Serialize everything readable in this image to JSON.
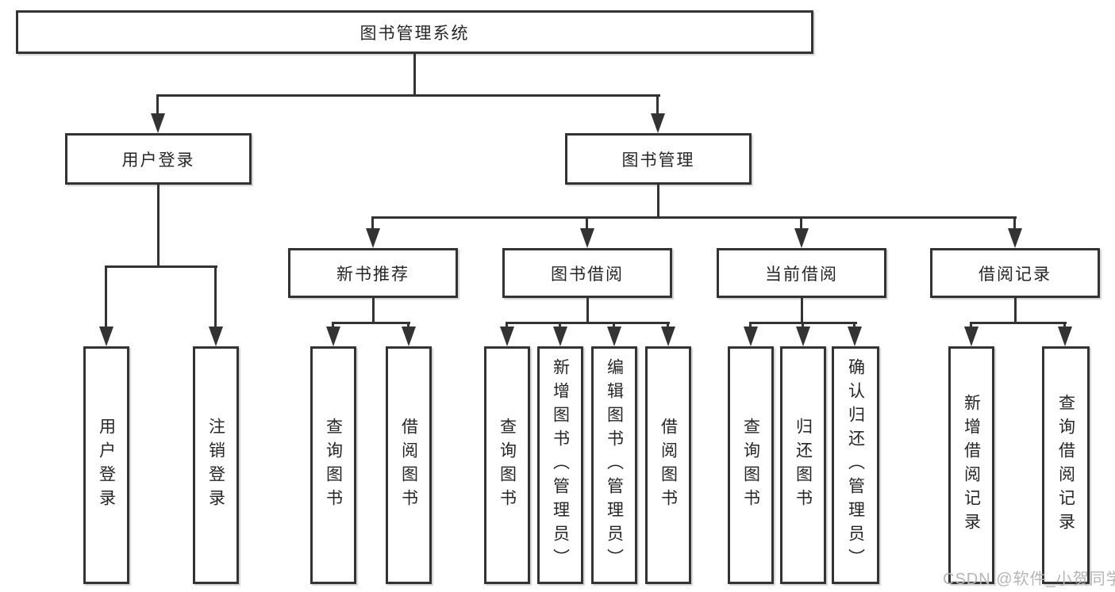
{
  "diagram": {
    "title": "图书管理系统",
    "root": {
      "label": "图书管理系统"
    },
    "level2": [
      {
        "id": "user-login",
        "label": "用户登录"
      },
      {
        "id": "book-management",
        "label": "图书管理"
      }
    ],
    "level3": [
      {
        "id": "new-book-recommend",
        "label": "新书推荐"
      },
      {
        "id": "book-borrowing",
        "label": "图书借阅"
      },
      {
        "id": "current-borrowing",
        "label": "当前借阅"
      },
      {
        "id": "borrowing-records",
        "label": "借阅记录"
      }
    ],
    "leaves": {
      "user_login": [
        {
          "label": "用户登录"
        },
        {
          "label": "注销登录"
        }
      ],
      "new_book": [
        {
          "label": "查询图书"
        },
        {
          "label": "借阅图书"
        }
      ],
      "book_borrow": [
        {
          "label": "查询图书"
        },
        {
          "label": "新增图书（管理员）"
        },
        {
          "label": "编辑图书（管理员）"
        },
        {
          "label": "借阅图书"
        }
      ],
      "current_borrow": [
        {
          "label": "查询图书"
        },
        {
          "label": "归还图书"
        },
        {
          "label": "确认归还（管理员）"
        }
      ],
      "records": [
        {
          "label": "新增借阅记录"
        },
        {
          "label": "查询借阅记录"
        }
      ]
    },
    "colors": {
      "line": "#333333",
      "text": "#262626",
      "box_background": "#ffffff",
      "watermark": "#b5b5b5"
    }
  },
  "watermark": {
    "text": "CSDN @软件_小贺同学"
  }
}
